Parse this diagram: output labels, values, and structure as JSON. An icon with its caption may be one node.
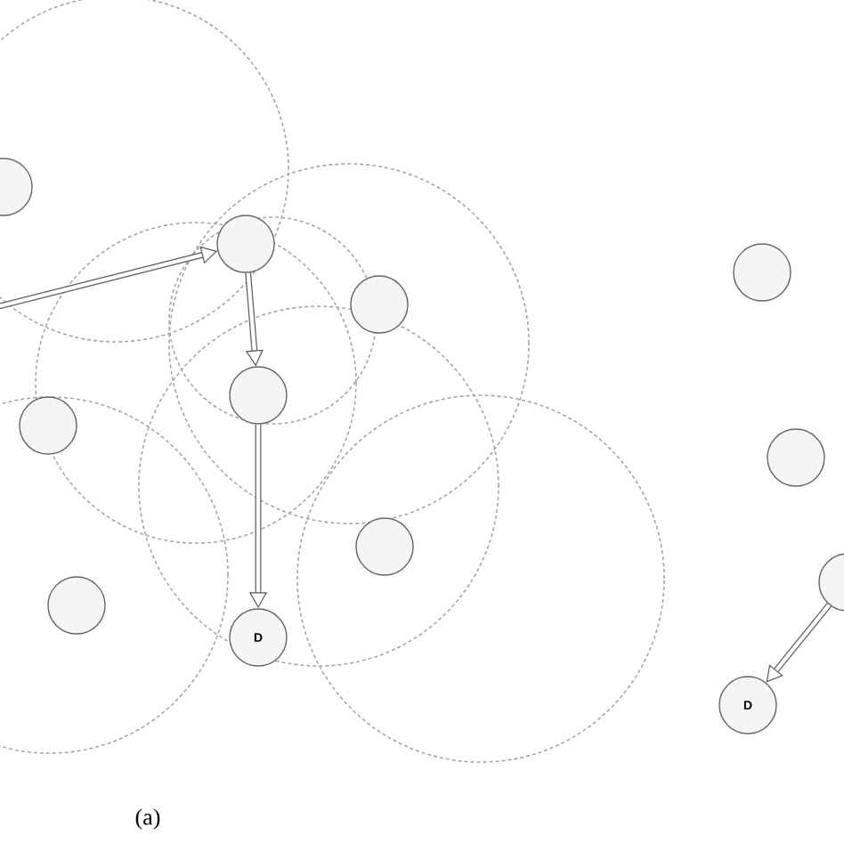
{
  "diagram": {
    "nodes": [
      {
        "text": [],
        "shape": "circle"
      },
      {
        "text": [],
        "shape": "circle"
      },
      {
        "text": [],
        "shape": "circle"
      },
      {
        "text": [],
        "shape": "circle"
      },
      {
        "text": [],
        "shape": "circle"
      },
      {
        "text": [],
        "shape": "circle"
      },
      {
        "text": [],
        "shape": "circle"
      },
      {
        "text": [
          "D"
        ]
      },
      {
        "text": [],
        "shape": "circle"
      },
      {
        "text": [],
        "shape": "circle"
      },
      {
        "text": [],
        "shape": "circle"
      },
      {
        "text": [
          "D"
        ]
      }
    ],
    "edges": [
      {
        "from": null,
        "to": 1,
        "arrow": "to"
      },
      {
        "from": 1,
        "to": 3,
        "arrow": "to"
      },
      {
        "from": 3,
        "to": 7,
        "arrow": "to"
      },
      {
        "from": 10,
        "to": 11,
        "arrow": "to"
      }
    ],
    "labels": [
      "(a)"
    ]
  }
}
